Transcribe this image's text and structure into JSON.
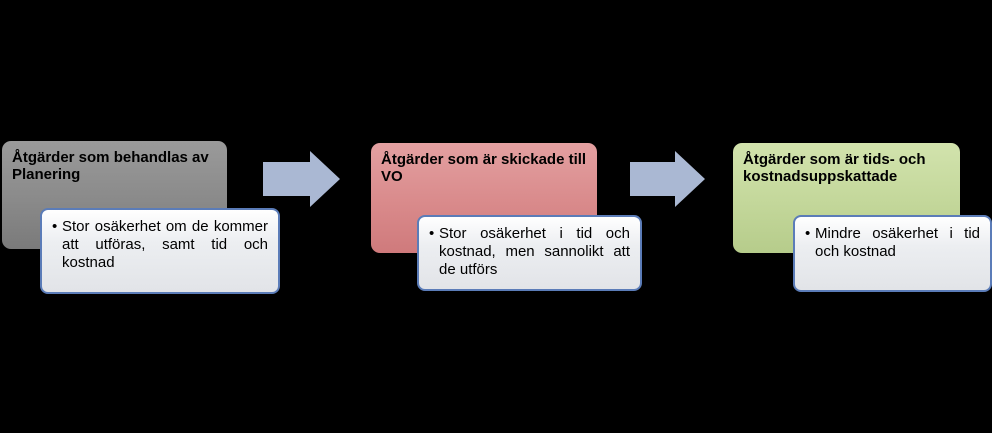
{
  "colors": {
    "background": "#000000",
    "stage_1": "#8c8c8c",
    "stage_2": "#d9898b",
    "stage_3": "#c4d89a",
    "note_border": "#5b7cb8",
    "arrow": "#aab8d3"
  },
  "stages": [
    {
      "title": "Åtgärder som behandlas av Planering",
      "note": "Stor osäkerhet om de kommer att utföras, samt tid och kostnad"
    },
    {
      "title": "Åtgärder som är skickade till VO",
      "note": "Stor osäkerhet i tid och kostnad, men sannolikt att de utförs"
    },
    {
      "title": "Åtgärder som är tids- och kostnadsuppskattade",
      "note": "Mindre osäkerhet i tid och kostnad"
    }
  ],
  "bullet_glyph": "•",
  "connectors": [
    "arrow-right-icon",
    "arrow-right-icon"
  ]
}
